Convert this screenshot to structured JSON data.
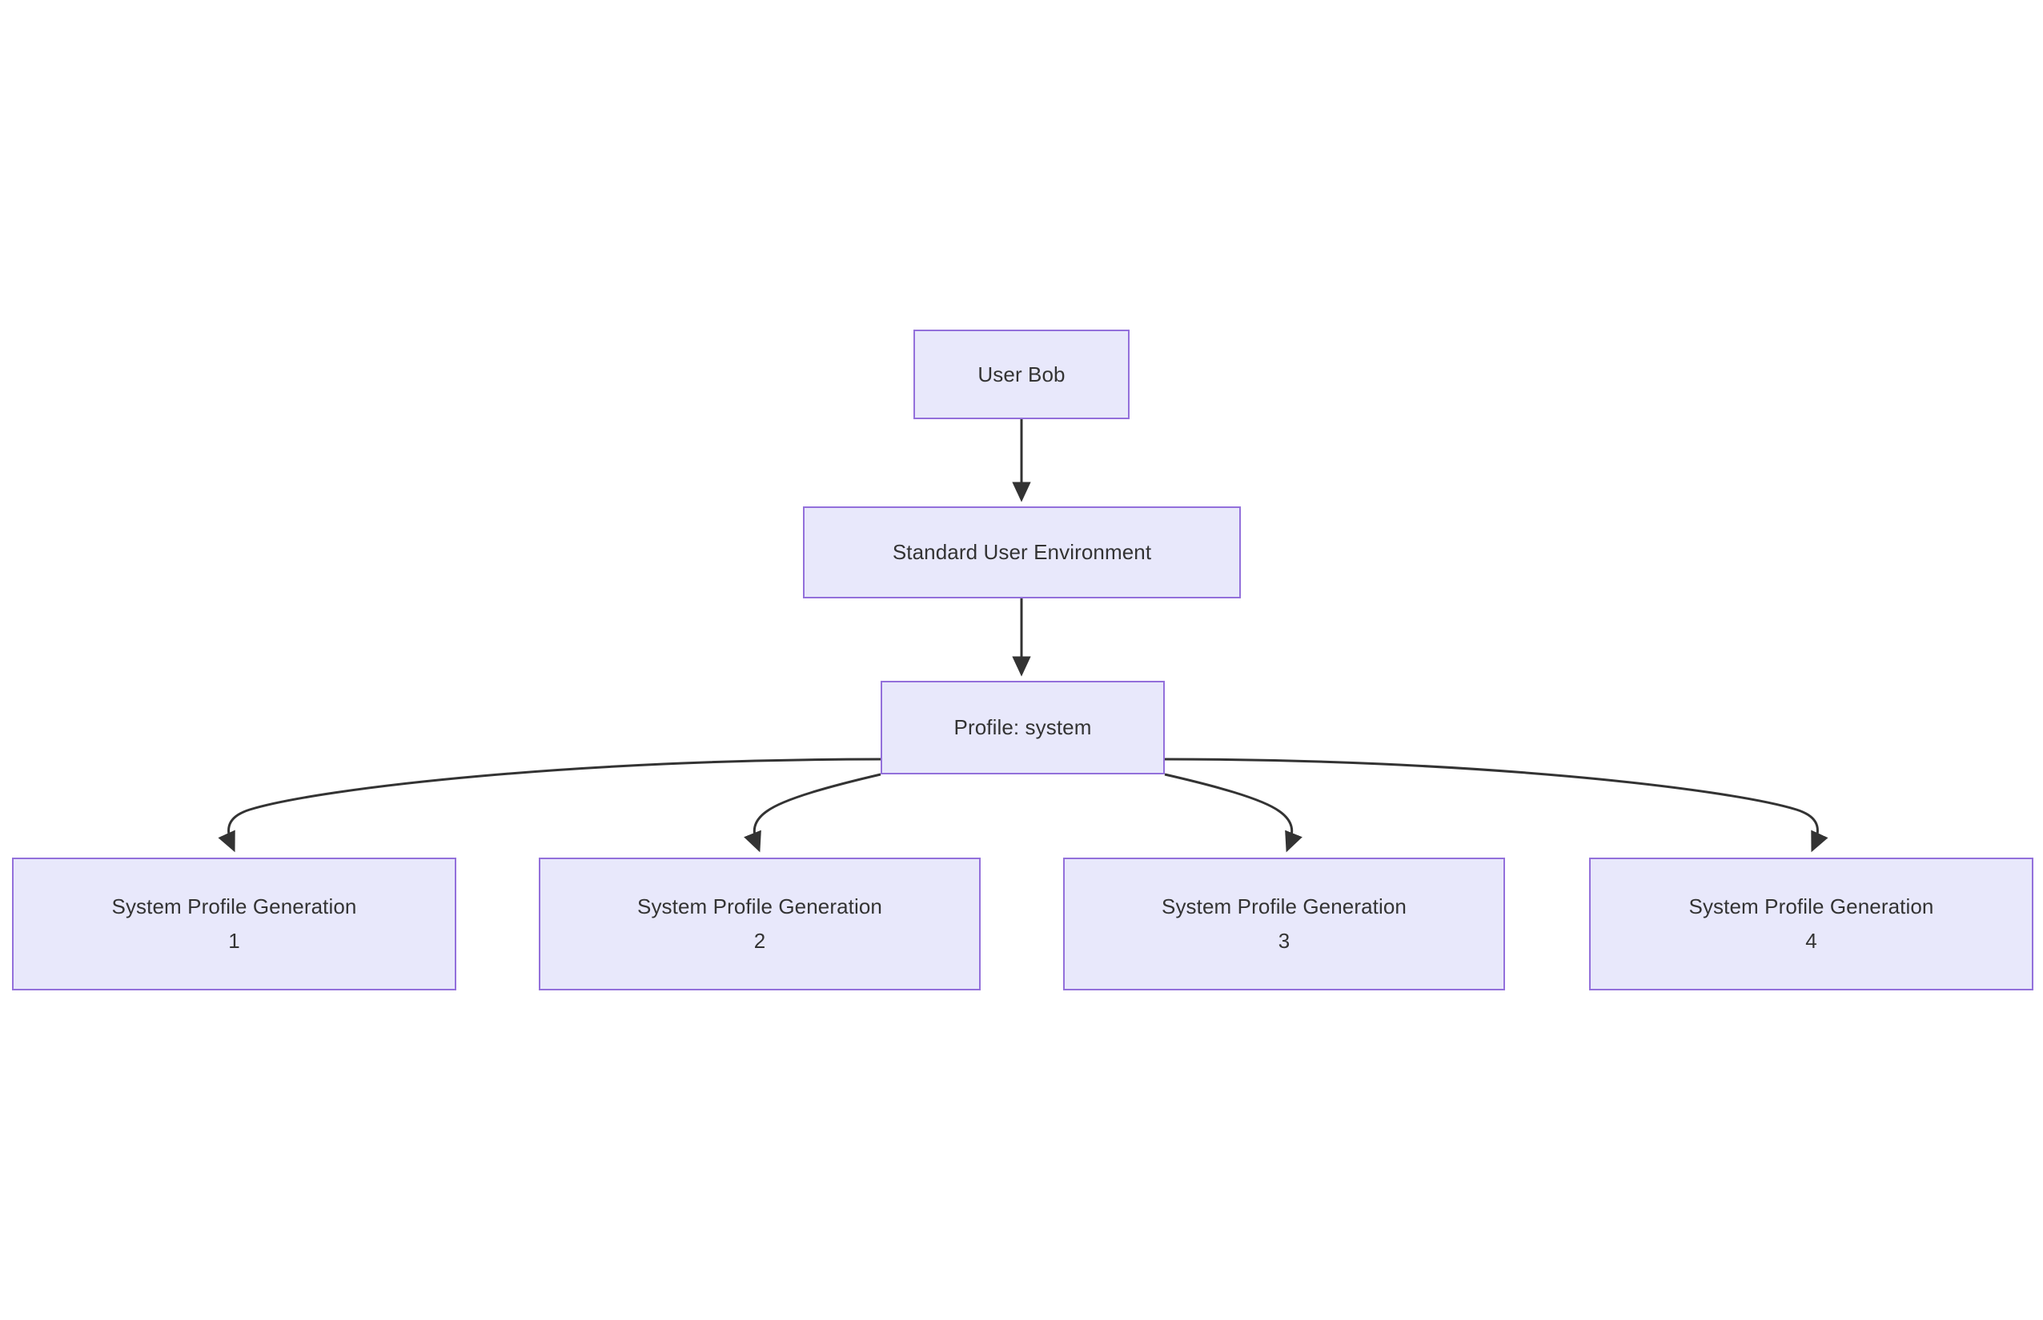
{
  "diagram": {
    "type": "flowchart",
    "direction": "top-down",
    "background_color": "#ffffff",
    "node_fill_color": "#e8e8fb",
    "node_border_color": "#9370db",
    "node_text_color": "#333333",
    "edge_color": "#333333",
    "nodes": [
      {
        "id": "user",
        "label": "User Bob"
      },
      {
        "id": "env",
        "label": "Standard User Environment"
      },
      {
        "id": "profile",
        "label": "Profile: system"
      },
      {
        "id": "gen1",
        "label": "System Profile Generation\n1"
      },
      {
        "id": "gen2",
        "label": "System Profile Generation\n2"
      },
      {
        "id": "gen3",
        "label": "System Profile Generation\n3"
      },
      {
        "id": "gen4",
        "label": "System Profile Generation\n4"
      }
    ],
    "edges": [
      {
        "from": "user",
        "to": "env",
        "style": "straight-arrow"
      },
      {
        "from": "env",
        "to": "profile",
        "style": "straight-arrow"
      },
      {
        "from": "profile",
        "to": "gen1",
        "style": "curved-arrow"
      },
      {
        "from": "profile",
        "to": "gen2",
        "style": "curved-arrow"
      },
      {
        "from": "profile",
        "to": "gen3",
        "style": "curved-arrow"
      },
      {
        "from": "profile",
        "to": "gen4",
        "style": "curved-arrow"
      }
    ]
  }
}
